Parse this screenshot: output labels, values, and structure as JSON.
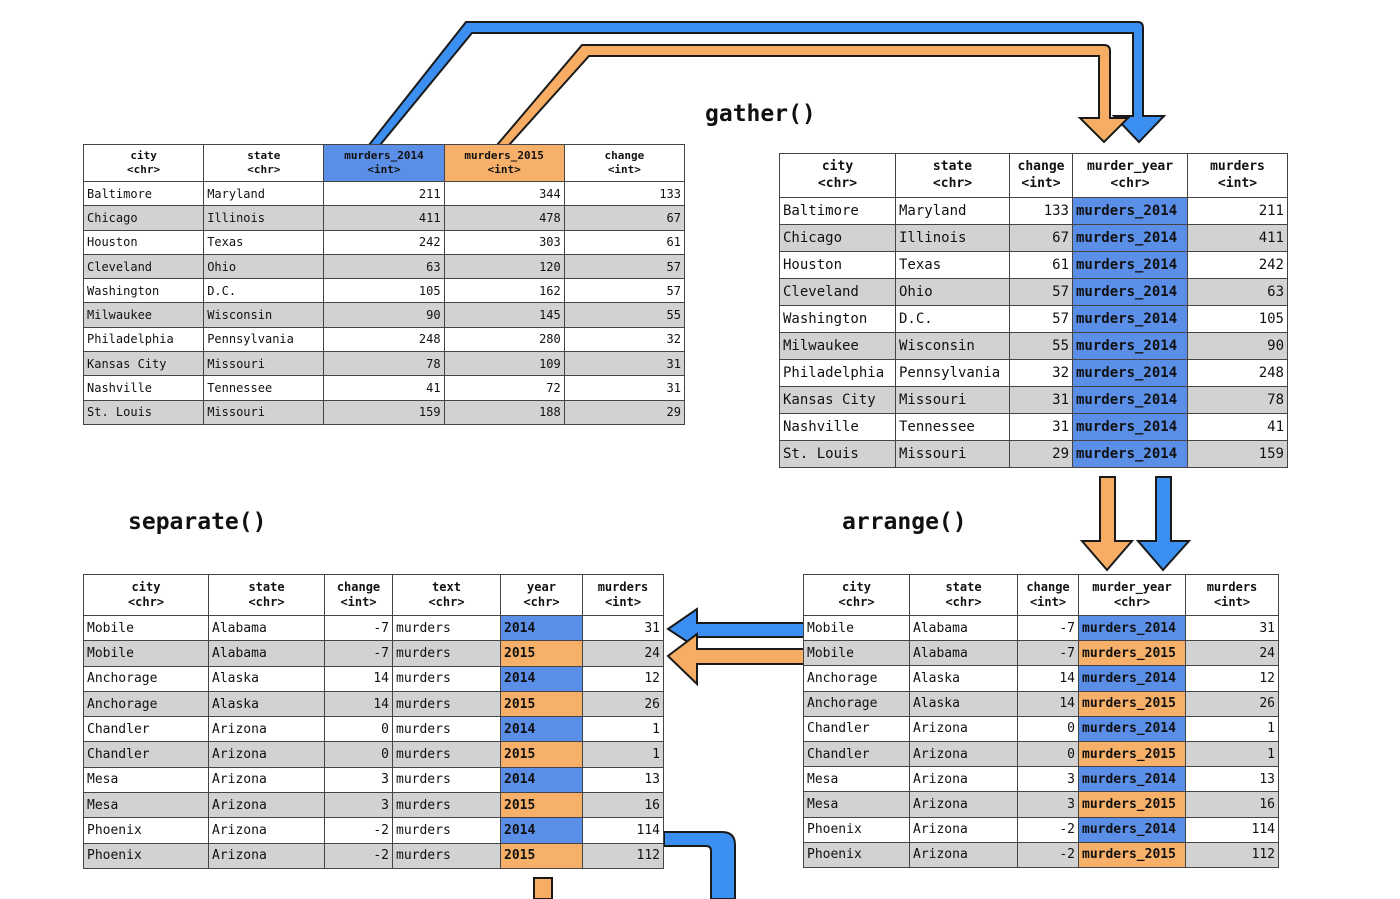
{
  "colors": {
    "blue": "#3b8ff0",
    "orange": "#f7ad63",
    "header_blue": "#5b8ee6",
    "header_orange": "#f7b06a",
    "row_gray": "#d2d2d2"
  },
  "labels": {
    "gather": "gather()",
    "separate": "separate()",
    "arrange": "arrange()"
  },
  "wide_table": {
    "headers": [
      {
        "name": "city",
        "type": "<chr>"
      },
      {
        "name": "state",
        "type": "<chr>"
      },
      {
        "name": "murders_2014",
        "type": "<int>"
      },
      {
        "name": "murders_2015",
        "type": "<int>"
      },
      {
        "name": "change",
        "type": "<int>"
      }
    ],
    "rows": [
      [
        "Baltimore",
        "Maryland",
        "211",
        "344",
        "133"
      ],
      [
        "Chicago",
        "Illinois",
        "411",
        "478",
        "67"
      ],
      [
        "Houston",
        "Texas",
        "242",
        "303",
        "61"
      ],
      [
        "Cleveland",
        "Ohio",
        "63",
        "120",
        "57"
      ],
      [
        "Washington",
        "D.C.",
        "105",
        "162",
        "57"
      ],
      [
        "Milwaukee",
        "Wisconsin",
        "90",
        "145",
        "55"
      ],
      [
        "Philadelphia",
        "Pennsylvania",
        "248",
        "280",
        "32"
      ],
      [
        "Kansas City",
        "Missouri",
        "78",
        "109",
        "31"
      ],
      [
        "Nashville",
        "Tennessee",
        "41",
        "72",
        "31"
      ],
      [
        "St. Louis",
        "Missouri",
        "159",
        "188",
        "29"
      ]
    ]
  },
  "gathered_table": {
    "headers": [
      {
        "name": "city",
        "type": "<chr>"
      },
      {
        "name": "state",
        "type": "<chr>"
      },
      {
        "name": "change",
        "type": "<int>"
      },
      {
        "name": "murder_year",
        "type": "<chr>"
      },
      {
        "name": "murders",
        "type": "<int>"
      }
    ],
    "rows": [
      [
        "Baltimore",
        "Maryland",
        "133",
        "murders_2014",
        "211"
      ],
      [
        "Chicago",
        "Illinois",
        "67",
        "murders_2014",
        "411"
      ],
      [
        "Houston",
        "Texas",
        "61",
        "murders_2014",
        "242"
      ],
      [
        "Cleveland",
        "Ohio",
        "57",
        "murders_2014",
        "63"
      ],
      [
        "Washington",
        "D.C.",
        "57",
        "murders_2014",
        "105"
      ],
      [
        "Milwaukee",
        "Wisconsin",
        "55",
        "murders_2014",
        "90"
      ],
      [
        "Philadelphia",
        "Pennsylvania",
        "32",
        "murders_2014",
        "248"
      ],
      [
        "Kansas City",
        "Missouri",
        "31",
        "murders_2014",
        "78"
      ],
      [
        "Nashville",
        "Tennessee",
        "31",
        "murders_2014",
        "41"
      ],
      [
        "St. Louis",
        "Missouri",
        "29",
        "murders_2014",
        "159"
      ]
    ]
  },
  "separated_table": {
    "headers": [
      {
        "name": "city",
        "type": "<chr>"
      },
      {
        "name": "state",
        "type": "<chr>"
      },
      {
        "name": "change",
        "type": "<int>"
      },
      {
        "name": "text",
        "type": "<chr>"
      },
      {
        "name": "year",
        "type": "<chr>"
      },
      {
        "name": "murders",
        "type": "<int>"
      }
    ],
    "rows": [
      [
        "Mobile",
        "Alabama",
        "-7",
        "murders",
        "2014",
        "31"
      ],
      [
        "Mobile",
        "Alabama",
        "-7",
        "murders",
        "2015",
        "24"
      ],
      [
        "Anchorage",
        "Alaska",
        "14",
        "murders",
        "2014",
        "12"
      ],
      [
        "Anchorage",
        "Alaska",
        "14",
        "murders",
        "2015",
        "26"
      ],
      [
        "Chandler",
        "Arizona",
        "0",
        "murders",
        "2014",
        "1"
      ],
      [
        "Chandler",
        "Arizona",
        "0",
        "murders",
        "2015",
        "1"
      ],
      [
        "Mesa",
        "Arizona",
        "3",
        "murders",
        "2014",
        "13"
      ],
      [
        "Mesa",
        "Arizona",
        "3",
        "murders",
        "2015",
        "16"
      ],
      [
        "Phoenix",
        "Arizona",
        "-2",
        "murders",
        "2014",
        "114"
      ],
      [
        "Phoenix",
        "Arizona",
        "-2",
        "murders",
        "2015",
        "112"
      ]
    ]
  },
  "arranged_table": {
    "headers": [
      {
        "name": "city",
        "type": "<chr>"
      },
      {
        "name": "state",
        "type": "<chr>"
      },
      {
        "name": "change",
        "type": "<int>"
      },
      {
        "name": "murder_year",
        "type": "<chr>"
      },
      {
        "name": "murders",
        "type": "<int>"
      }
    ],
    "rows": [
      [
        "Mobile",
        "Alabama",
        "-7",
        "murders_2014",
        "31"
      ],
      [
        "Mobile",
        "Alabama",
        "-7",
        "murders_2015",
        "24"
      ],
      [
        "Anchorage",
        "Alaska",
        "14",
        "murders_2014",
        "12"
      ],
      [
        "Anchorage",
        "Alaska",
        "14",
        "murders_2015",
        "26"
      ],
      [
        "Chandler",
        "Arizona",
        "0",
        "murders_2014",
        "1"
      ],
      [
        "Chandler",
        "Arizona",
        "0",
        "murders_2015",
        "1"
      ],
      [
        "Mesa",
        "Arizona",
        "3",
        "murders_2014",
        "13"
      ],
      [
        "Mesa",
        "Arizona",
        "3",
        "murders_2015",
        "16"
      ],
      [
        "Phoenix",
        "Arizona",
        "-2",
        "murders_2014",
        "114"
      ],
      [
        "Phoenix",
        "Arizona",
        "-2",
        "murders_2015",
        "112"
      ]
    ]
  }
}
